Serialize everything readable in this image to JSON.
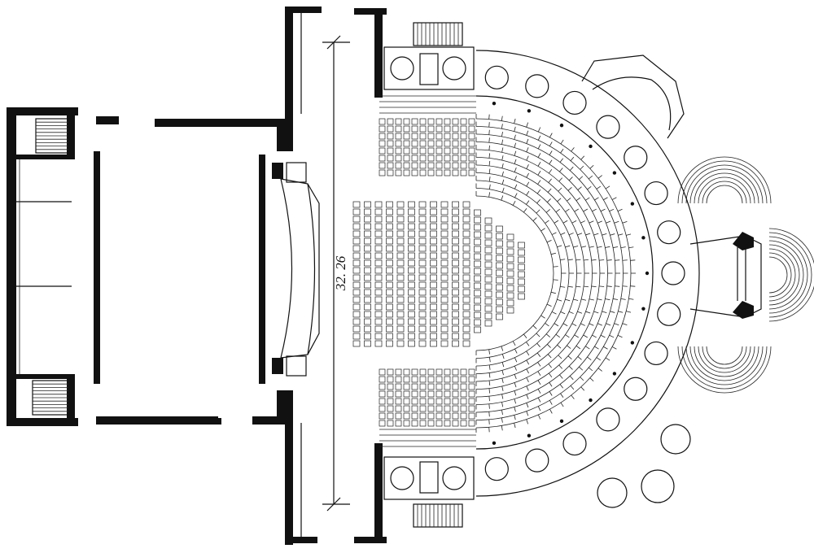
{
  "plan": {
    "dimension_label": "32. 26"
  },
  "auditorium": {
    "central_block_rows": 16,
    "arc_rows": 11,
    "side_block_rows": 8
  },
  "colors": {
    "ink": "#111111",
    "paper": "#ffffff"
  }
}
